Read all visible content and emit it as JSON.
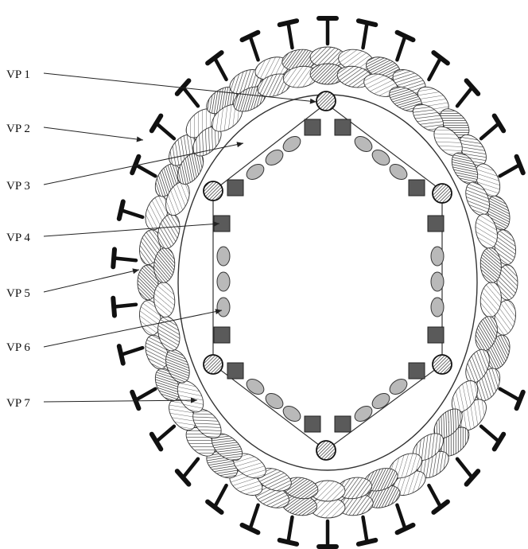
{
  "labels": {
    "vp1": "VP 1",
    "vp2": "VP 2",
    "vp3": "VP 3",
    "vp4": "VP 4",
    "vp5": "VP 5",
    "vp6": "VP 6",
    "vp7": "VP 7"
  },
  "colors": {
    "spike": "#111111",
    "line": "#222222",
    "square": "#5a5a5a",
    "oval": "#b9b9b9",
    "background": "#ffffff"
  }
}
